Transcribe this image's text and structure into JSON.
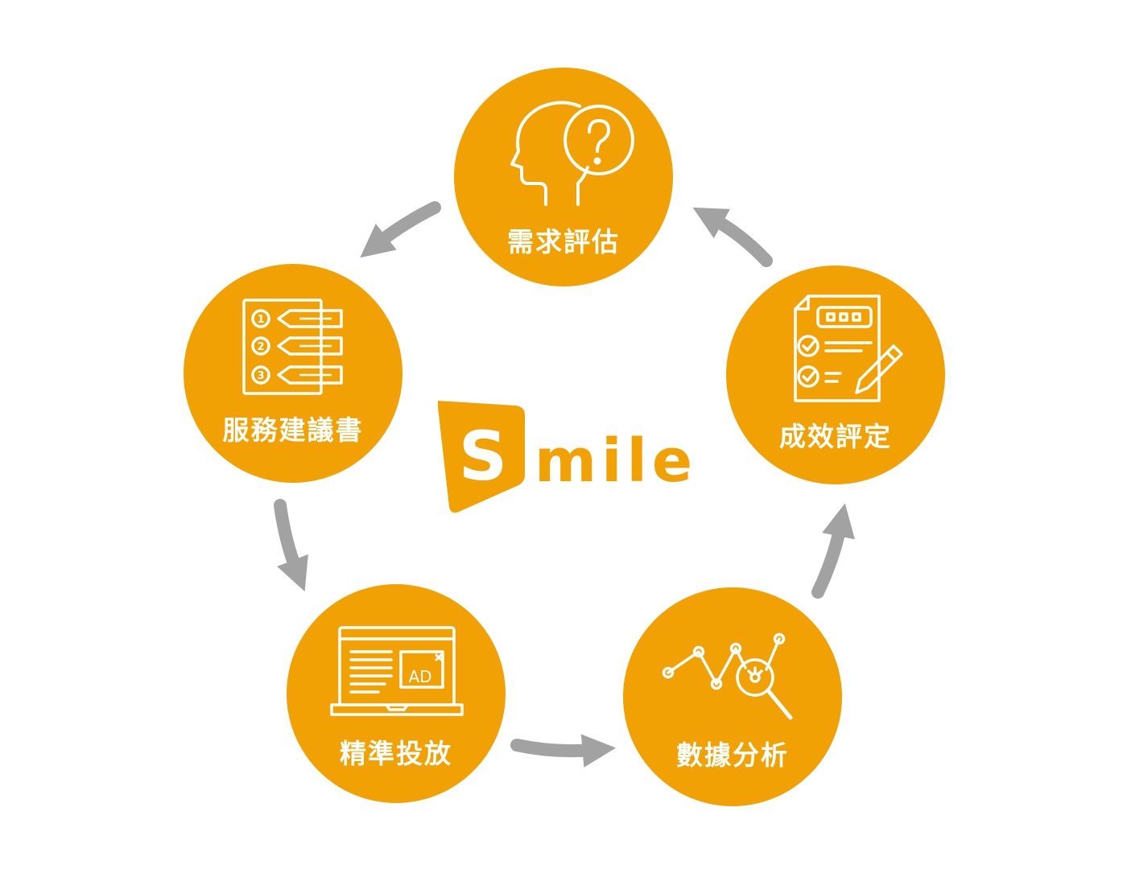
{
  "brand": {
    "logo_letter": "S",
    "logo_text": "mile",
    "color": "#F2A104"
  },
  "colors": {
    "node_fill": "#F2A104",
    "arrow": "#A2A2A2",
    "icon_stroke": "#FFFFFF"
  },
  "cycle": [
    {
      "id": "assess",
      "label": "需求評估",
      "icon": "head-question-icon"
    },
    {
      "id": "proposal",
      "label": "服務建議書",
      "icon": "numbered-list-icon"
    },
    {
      "id": "ads",
      "label": "精準投放",
      "icon": "ad-laptop-icon",
      "icon_text": "AD"
    },
    {
      "id": "data",
      "label": "數據分析",
      "icon": "analytics-magnifier-icon"
    },
    {
      "id": "evaluate",
      "label": "成效評定",
      "icon": "checklist-pencil-icon"
    }
  ]
}
